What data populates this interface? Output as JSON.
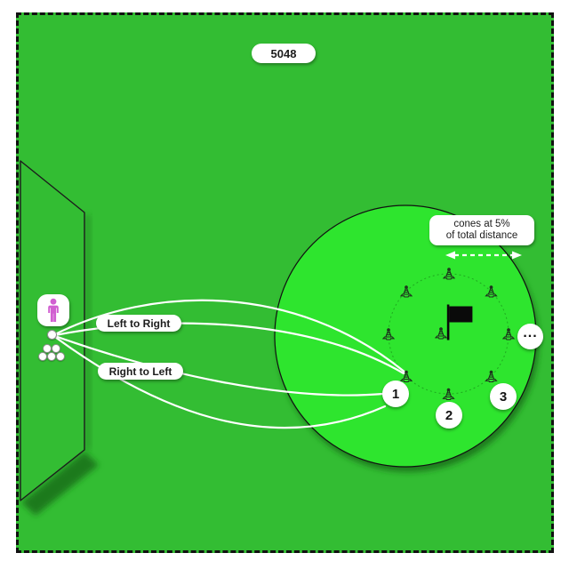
{
  "badge_label": "5048",
  "annotations": {
    "cones_note_line1": "cones at 5%",
    "cones_note_line2": "of total distance",
    "left_to_right": "Left to Right",
    "right_to_left": "Right to Left"
  },
  "green": {
    "markers": [
      {
        "label": "1"
      },
      {
        "label": "2"
      },
      {
        "label": "3"
      },
      {
        "label": "..."
      }
    ]
  },
  "icons": {
    "player": "person-icon",
    "cone": "traffic-cone-icon",
    "flag": "flag-icon",
    "arrow": "double-headed-dashed-arrow",
    "ball": "golf-ball-dot"
  },
  "colors": {
    "field_green": "#33bd33",
    "putting_green": "#2ee52e",
    "shadow_green": "#1c7a1c",
    "player_pink": "#d15fd1",
    "path_line": "#ffffff",
    "border_black": "#111111"
  }
}
